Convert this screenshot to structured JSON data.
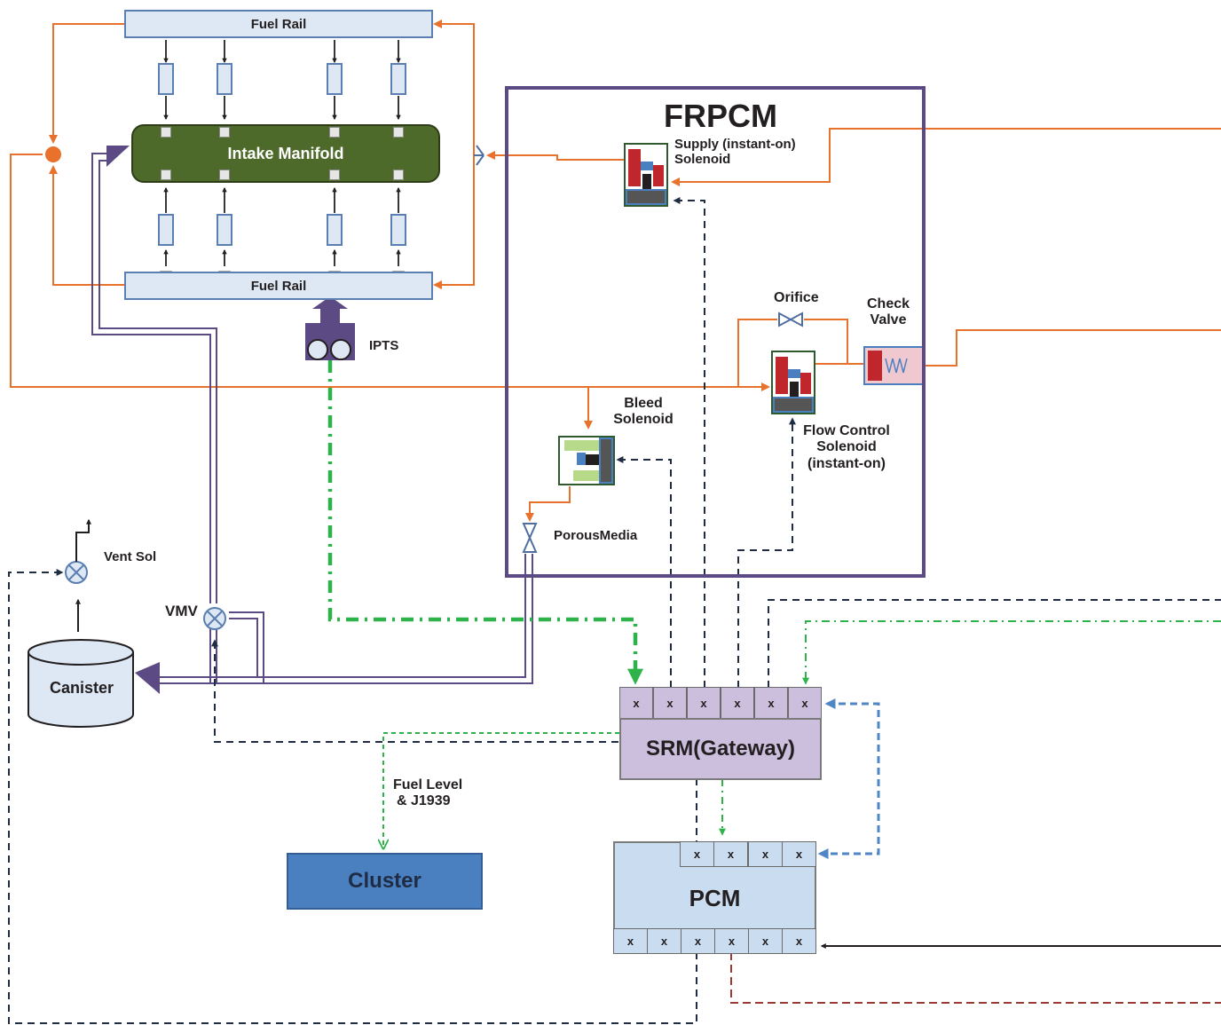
{
  "frpcm": {
    "title": "FRPCM"
  },
  "fuel_rail_top": {
    "label": "Fuel Rail"
  },
  "fuel_rail_bottom": {
    "label": "Fuel Rail"
  },
  "intake_manifold": {
    "label": "Intake Manifold"
  },
  "ipts": {
    "label": "IPTS"
  },
  "supply_solenoid": {
    "line1": "Supply  (instant-on)",
    "line2": "Solenoid"
  },
  "orifice": {
    "label": "Orifice"
  },
  "check_valve": {
    "line1": "Check",
    "line2": "Valve"
  },
  "bleed_solenoid": {
    "line1": "Bleed",
    "line2": "Solenoid"
  },
  "flow_control_solenoid": {
    "line1": "Flow Control",
    "line2": "Solenoid",
    "line3": "(instant-on)"
  },
  "porous_media": {
    "label": "PorousMedia"
  },
  "vent_sol": {
    "label": "Vent Sol"
  },
  "vmv": {
    "label": "VMV"
  },
  "canister": {
    "label": "Canister"
  },
  "srm": {
    "label": "SRM(Gateway)",
    "ports": [
      "x",
      "x",
      "x",
      "x",
      "x",
      "x"
    ]
  },
  "pcm": {
    "label": "PCM",
    "top_ports": [
      "x",
      "x",
      "x",
      "x"
    ],
    "bottom_ports": [
      "x",
      "x",
      "x",
      "x",
      "x",
      "x"
    ]
  },
  "fuel_level": {
    "line1": "Fuel Level",
    "line2": "& J1939"
  },
  "cluster": {
    "label": "Cluster"
  },
  "colors": {
    "fuel_line": "#e8712b",
    "vapor_line": "#5c4a85",
    "signal_dark": "#1f2d44",
    "signal_green": "#2db34a",
    "signal_blue": "#4f86c6",
    "signal_red": "#9c3a34",
    "rail_fill": "#dde8f4",
    "manifold_fill": "#4e6a2a",
    "srm_fill": "#cbbfdd",
    "pcm_fill": "#c9dcf0",
    "cluster_fill": "#4a7fc0"
  }
}
